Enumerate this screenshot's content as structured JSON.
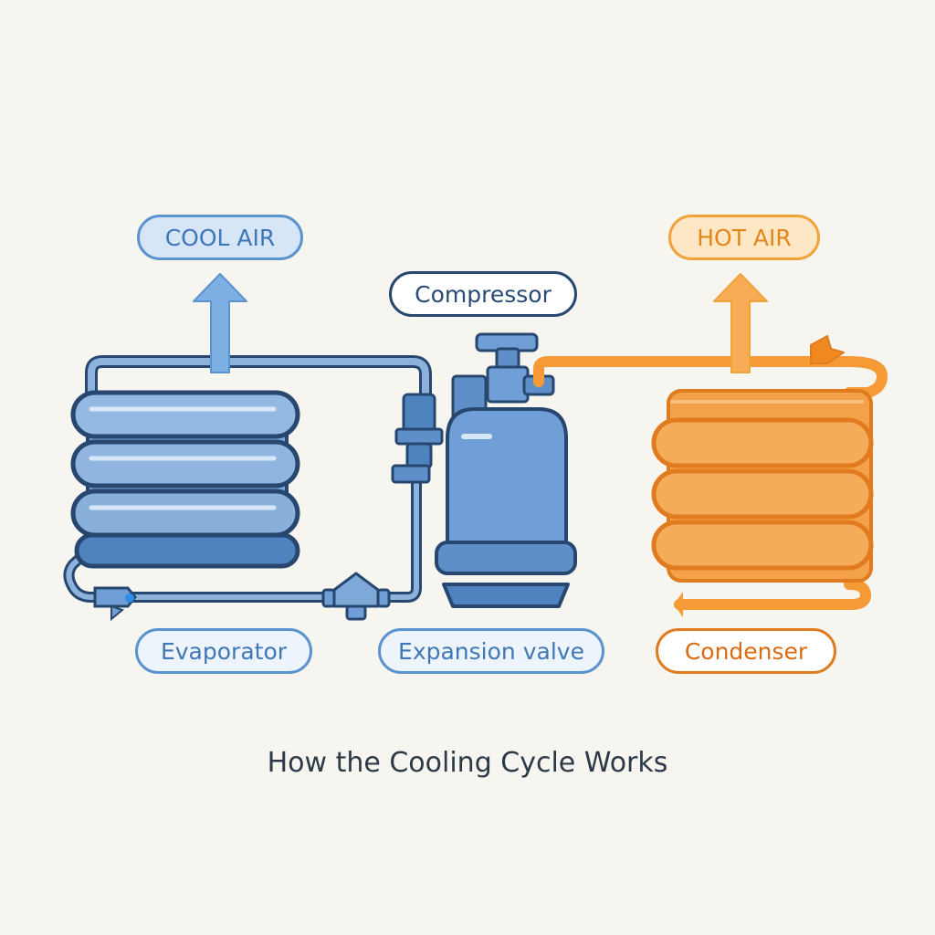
{
  "caption": "How the Cooling Cycle Works",
  "labels": {
    "cool_air": "COOL AIR",
    "hot_air": "HOT AIR",
    "compressor": "Compressor",
    "evaporator": "Evaporator",
    "expansion_valve": "Expansion valve",
    "condenser": "Condenser"
  },
  "colors": {
    "cool_blue": "#5b93cf",
    "pipe_blue": "#7fa6cf",
    "dark_blue": "#27476f",
    "compressor_blue": "#6f9fd6",
    "hot_orange": "#f59a35",
    "dark_orange": "#e07c1f",
    "background": "#f7f5f0"
  },
  "icons": {
    "cool_air_arrow": "arrow-up-icon",
    "hot_air_arrow": "arrow-up-icon",
    "flow_arrow": "flow-arrow-icon"
  }
}
